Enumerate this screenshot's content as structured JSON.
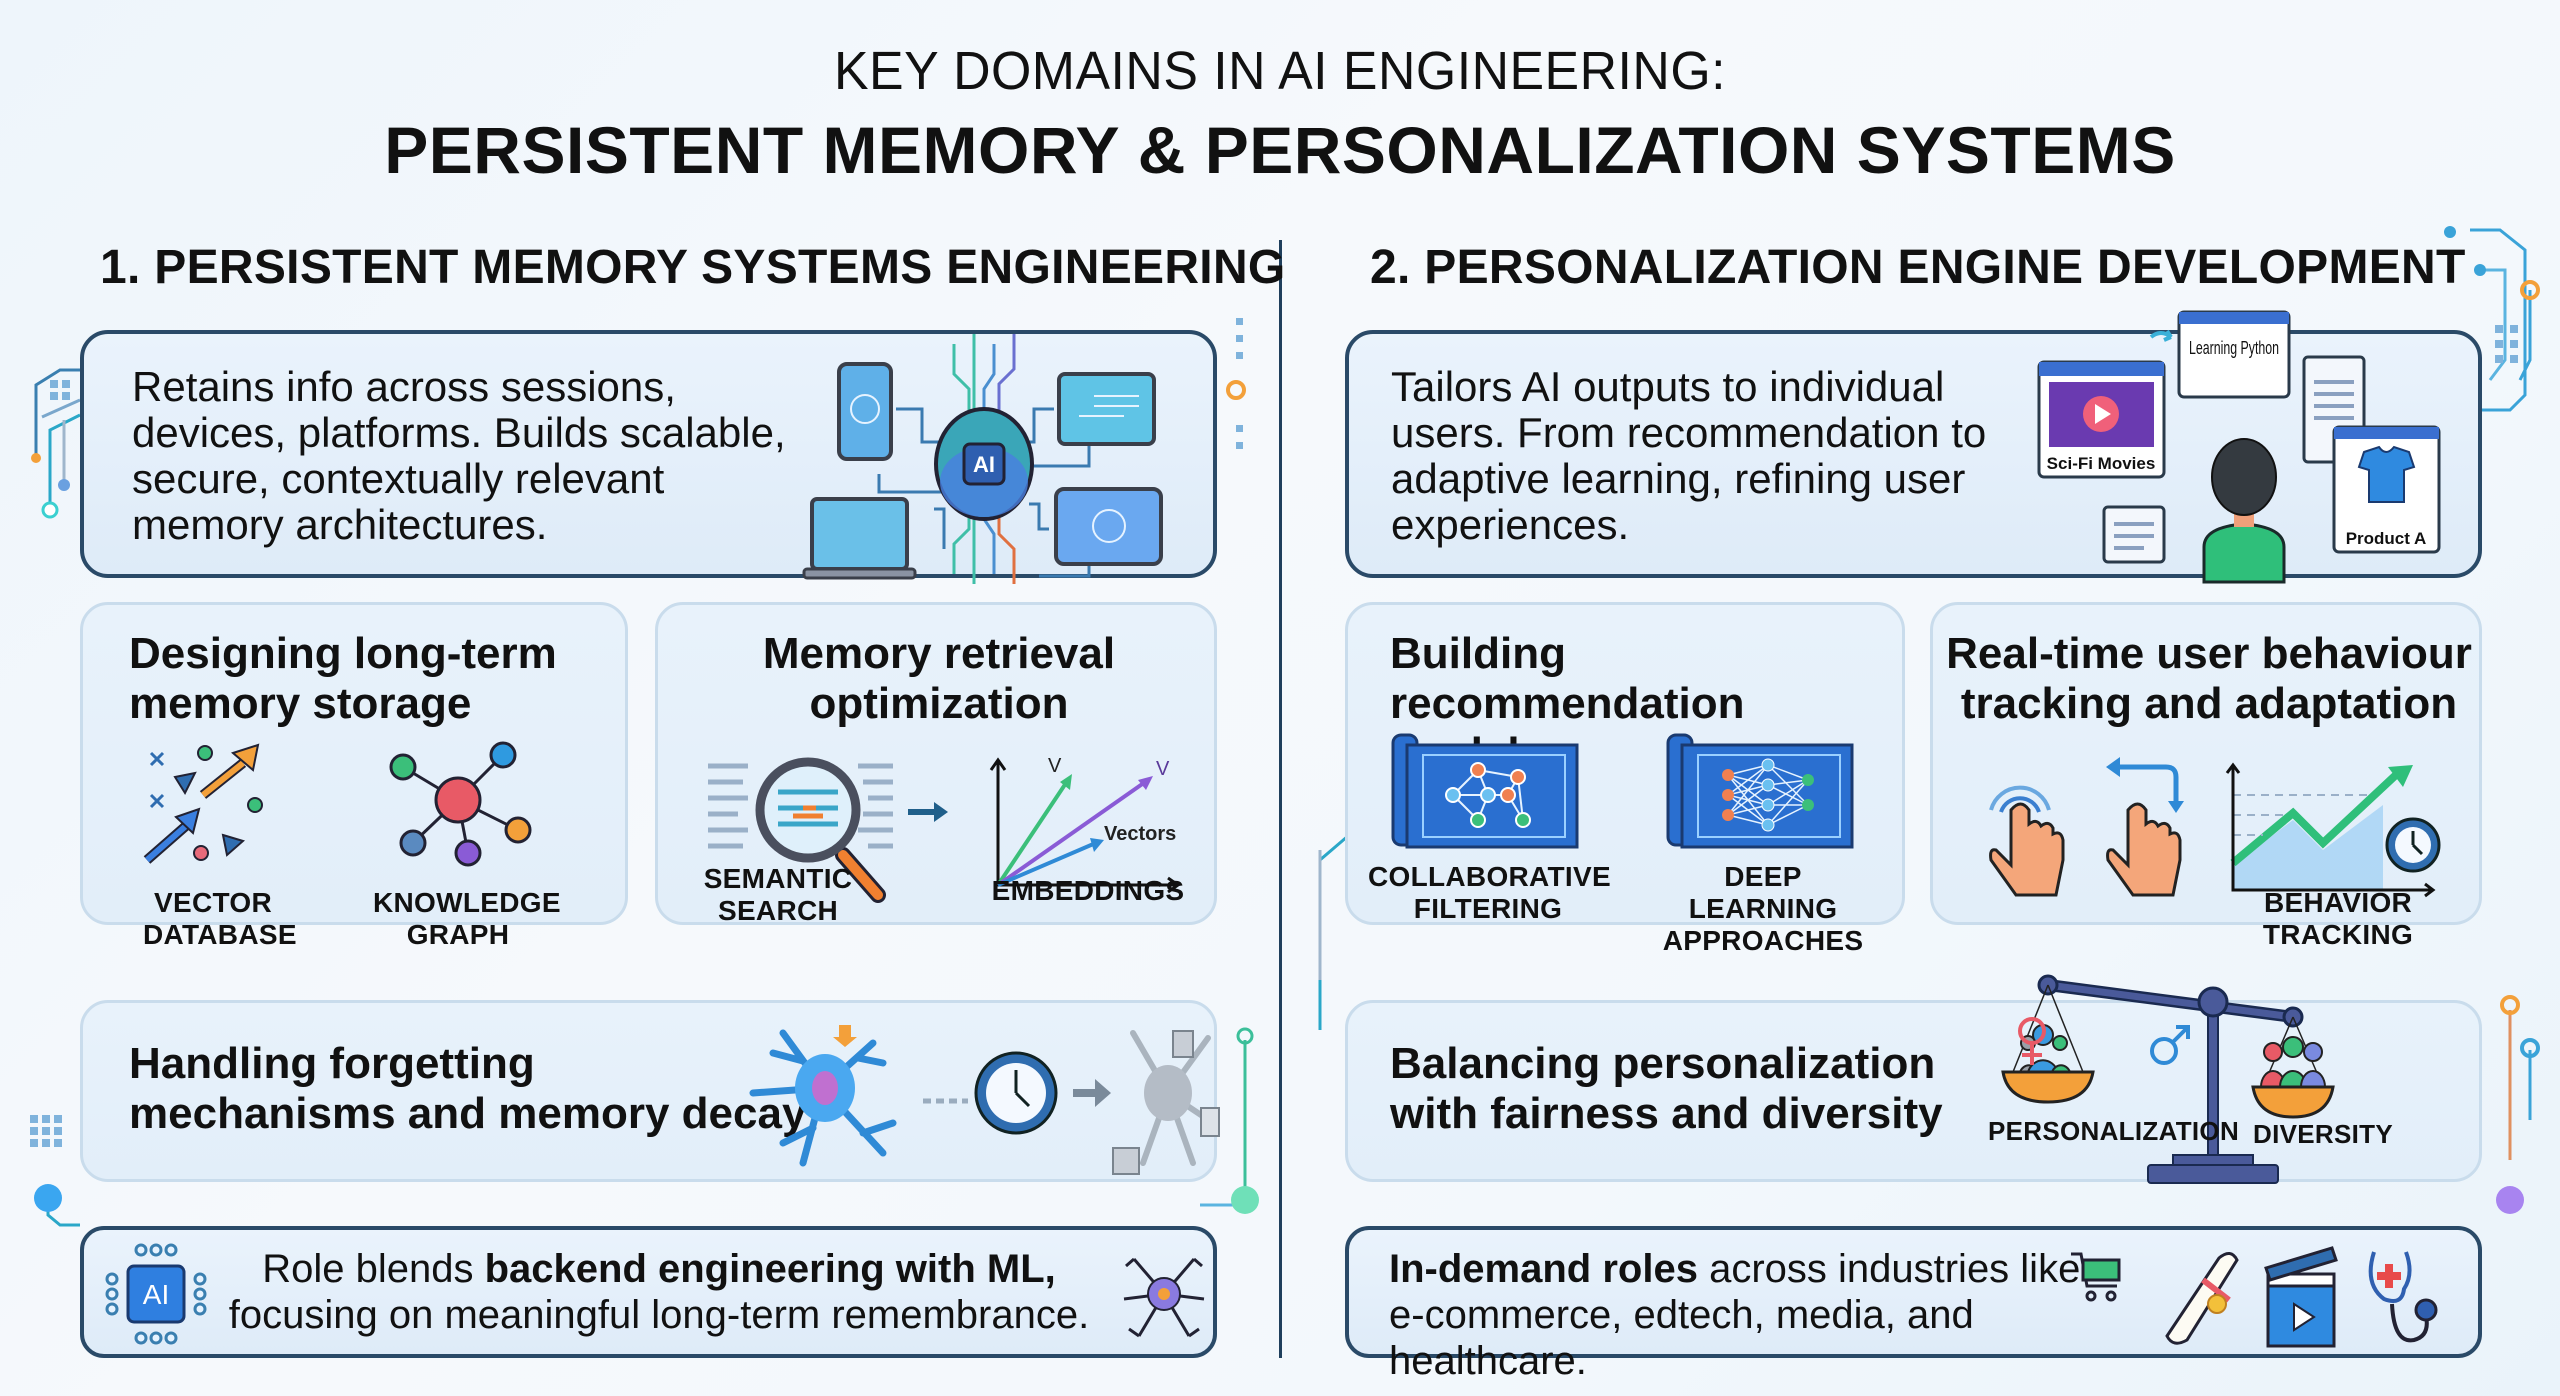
{
  "header": {
    "title_line1": "KEY DOMAINS IN AI ENGINEERING:",
    "title_line2": "PERSISTENT MEMORY & PERSONALIZATION SYSTEMS"
  },
  "sections": [
    {
      "heading": "1. PERSISTENT MEMORY SYSTEMS ENGINEERING",
      "intro_lines": [
        "Retains info across sessions,",
        "devices, platforms. Builds scalable,",
        "secure, contextually relevant",
        "memory architectures."
      ],
      "intro_icon": "ai-brain-connected-devices-icon",
      "ai_badge": "AI",
      "cards": [
        {
          "title_lines": [
            "Designing long-term",
            "memory storage"
          ],
          "items": [
            {
              "icon": "vector-database-icon",
              "label_lines": [
                "VECTOR",
                "DATABASE"
              ]
            },
            {
              "icon": "knowledge-graph-icon",
              "label_lines": [
                "KNOWLEDGE",
                "GRAPH"
              ]
            }
          ]
        },
        {
          "title_lines": [
            "Memory retrieval",
            "optimization"
          ],
          "items": [
            {
              "icon": "semantic-search-magnifier-icon",
              "label_lines": [
                "SEMANTIC",
                "SEARCH"
              ]
            },
            {
              "icon": "embeddings-vectors-chart-icon",
              "label_lines": [
                "EMBEDDINGS"
              ],
              "chart_labels": {
                "v1": "V",
                "v2": "V",
                "vectors": "Vectors"
              }
            }
          ]
        }
      ],
      "wide_card": {
        "title_lines": [
          "Handling forgetting",
          "mechanisms and memory decay"
        ],
        "icons": [
          "neuron-icon",
          "clock-icon",
          "arrow-right-icon",
          "faded-neuron-icon"
        ]
      },
      "footer": {
        "icon_left": "ai-chip-icon",
        "chip_label": "AI",
        "line1_plain": "Role blends ",
        "line1_bold": "backend engineering with ML,",
        "line2": "focusing on meaningful long-term remembrance.",
        "icon_right": "neuron-icon"
      }
    },
    {
      "heading": "2. PERSONALIZATION ENGINE DEVELOPMENT",
      "intro_lines": [
        "Tailors AI outputs to individual",
        "users. From recommendation to",
        "adaptive learning, refining user",
        "experiences."
      ],
      "intro_icon": "user-with-recommendations-icon",
      "recommendation_cards": [
        "Sci-Fi Movies",
        "Learning Python",
        "Product A"
      ],
      "cards": [
        {
          "title_lines": [
            "Building recommendation",
            "models"
          ],
          "items": [
            {
              "icon": "collaborative-filtering-blueprint-icon",
              "label_lines": [
                "COLLABORATIVE",
                "FILTERING"
              ]
            },
            {
              "icon": "neural-network-blueprint-icon",
              "label_lines": [
                "DEEP LEARNING",
                "APPROACHES"
              ]
            }
          ]
        },
        {
          "title_lines": [
            "Real-time user behaviour",
            "tracking and adaptation"
          ],
          "items": [
            {
              "icon": "tap-gesture-icon",
              "label_lines": []
            },
            {
              "icon": "swipe-gesture-icon",
              "label_lines": []
            },
            {
              "icon": "behavior-trend-chart-icon",
              "label_lines": [
                "BEHAVIOR TRACKING"
              ]
            }
          ]
        }
      ],
      "wide_card": {
        "title_lines": [
          "Balancing personalization",
          "with fairness and diversity"
        ],
        "scale_labels": [
          "PERSONALIZATION",
          "DIVERSITY"
        ],
        "icons": [
          "balance-scale-icon",
          "female-symbol-icon",
          "male-symbol-icon"
        ]
      },
      "footer": {
        "line1_bold": "In-demand roles",
        "line1_plain": " across industries like",
        "line2": "e-commerce, edtech, media, and healthcare.",
        "icons": [
          "shopping-cart-icon",
          "diploma-icon",
          "clapperboard-icon",
          "stethoscope-icon"
        ]
      }
    }
  ],
  "colors": {
    "accent_blue": "#2d7fd3",
    "accent_teal": "#3fbfa8",
    "accent_orange": "#f39a3b",
    "accent_purple": "#8a5bd6",
    "dark_border": "#2a4a68",
    "card_bg": "#e4eff9"
  }
}
